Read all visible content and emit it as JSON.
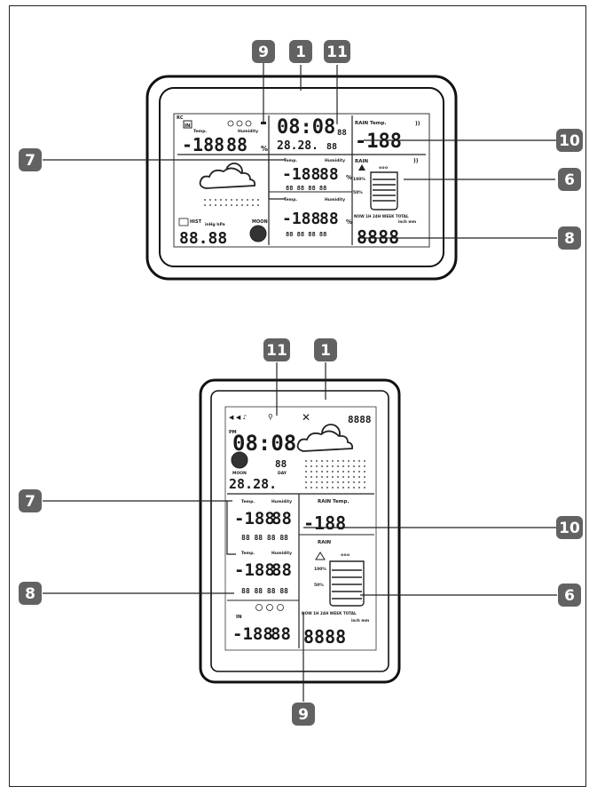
{
  "colors": {
    "badge": "#626262",
    "ink": "#1a1a1a",
    "outline": "#222222"
  },
  "callouts": {
    "top": [
      "9",
      "1",
      "11",
      "7",
      "10",
      "6",
      "8"
    ],
    "bottom": [
      "11",
      "1",
      "7",
      "10",
      "8",
      "6",
      "9"
    ]
  },
  "top_display": {
    "clock_digits": "08:08",
    "small_digits": "88",
    "date_digits": "28.28.",
    "day_digits": "88",
    "rain_temp_label": "RAIN Temp.",
    "rain_temp_digits": "-188",
    "rain_label": "RAIN",
    "percent_100": "100%",
    "percent_50": "50%",
    "rain_periods": "NOW 1H 24H WEEK TOTAL",
    "units_inch_mm": "inch mm",
    "rain_total_digits": "8888",
    "in_label": "IN",
    "temp_label": "Temp.",
    "humidity_label": "Humidity",
    "indoor_temp_digits": "-188",
    "indoor_hum_digits": "88",
    "ch1_temp_digits": "-188",
    "ch1_hum_digits": "88",
    "ch2_temp_digits": "-188",
    "ch2_hum_digits": "88",
    "minmax_digits": "88 88 88 88",
    "hist_label": "HIST",
    "pressure_units": "inHg hPa",
    "moon_label": "MOON",
    "pressure_digits": "88.88",
    "rc_label": "RC"
  },
  "bottom_display": {
    "clock_digits": "08:08",
    "moon_label": "MOON",
    "day_digits": "88",
    "day_label": "DAY",
    "date_digits": "28.28.",
    "temp_label": "Temp.",
    "humidity_label": "Humidity",
    "ch1_temp_digits": "-188",
    "ch1_hum_digits": "88",
    "ch2_temp_digits": "-188",
    "ch2_hum_digits": "88",
    "minmax_digits": "88 88 88 88",
    "rain_temp_label": "RAIN Temp.",
    "rain_temp_digits": "-188",
    "rain_label": "RAIN",
    "percent_100": "100%",
    "percent_50": "50%",
    "rain_periods": "NOW 1H 24H WEEK TOTAL",
    "units_inch_mm": "inch mm",
    "rain_total_digits": "8888",
    "in_label": "IN",
    "indoor_temp_digits": "-188",
    "indoor_hum_digits": "88",
    "top_right_digits": "8888",
    "pm_label": "PM"
  }
}
